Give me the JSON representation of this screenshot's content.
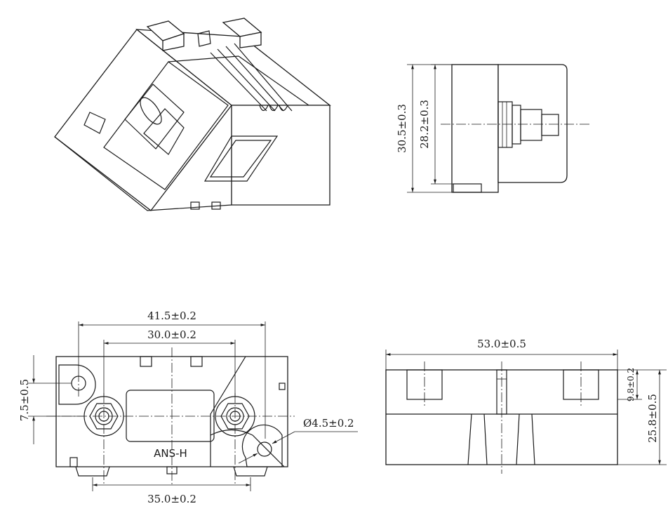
{
  "dimensions": {
    "side_outer_height": "30.5±0.3",
    "side_inner_height": "28.2±0.3",
    "front_width_outer": "41.5±0.2",
    "front_width_inner": "30.0±0.2",
    "front_left_offset": "7.5±0.5",
    "front_hole_diameter": "Ø4.5±0.2",
    "front_bottom_spacing": "35.0±0.2",
    "rear_width": "53.0±0.5",
    "rear_top_height": "9.8±0.2",
    "rear_total_height": "25.8±0.5"
  },
  "labels": {
    "model": "ANS-H"
  }
}
